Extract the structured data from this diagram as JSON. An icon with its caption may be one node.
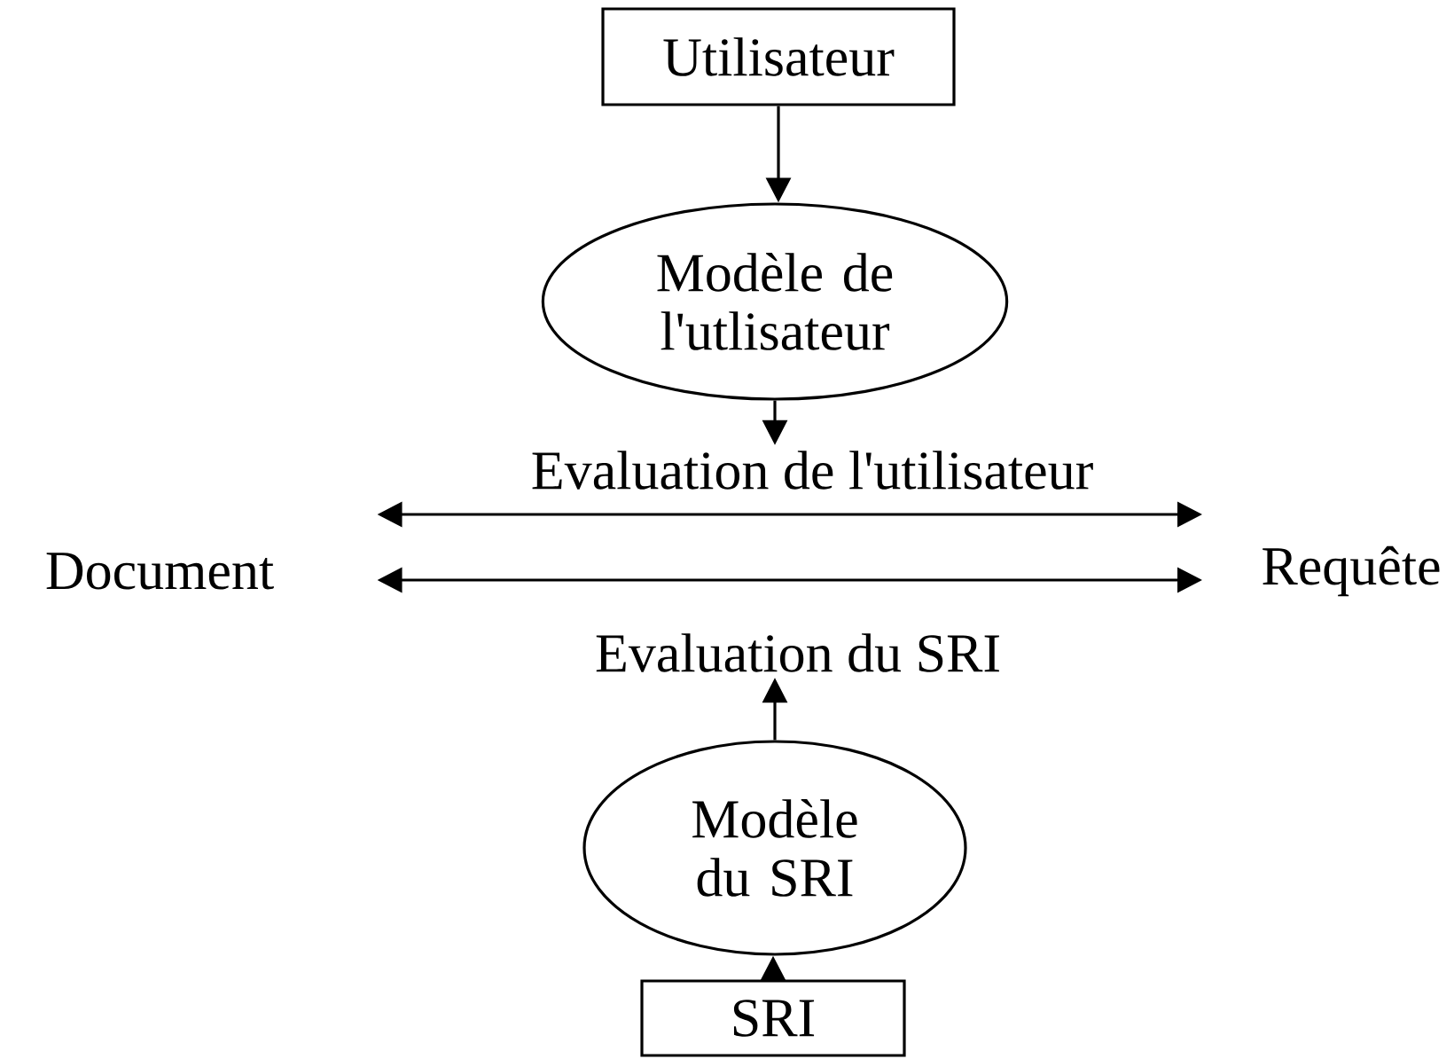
{
  "diagram": {
    "nodes": [
      {
        "text": [
          "Utilisateur"
        ]
      },
      {
        "text": [
          "Modèle de l'utlisateur"
        ]
      },
      {
        "text": [
          "Evaluation de l'utilisateur"
        ]
      },
      {
        "text": [
          "Document"
        ]
      },
      {
        "text": [
          "Requête"
        ]
      },
      {
        "text": [
          "Evaluation du SRI"
        ]
      },
      {
        "text": [
          "Modèle du SRI"
        ]
      },
      {
        "text": [
          "SRI"
        ]
      }
    ],
    "edges": [
      {
        "from": 0,
        "to": 1,
        "arrow": "to"
      },
      {
        "from": 1,
        "to": 2,
        "arrow": "to"
      },
      {
        "from": 3,
        "to": 4,
        "arrow": "both"
      },
      {
        "from": 3,
        "to": 4,
        "arrow": "both"
      },
      {
        "from": 6,
        "to": 5,
        "arrow": "to"
      },
      {
        "from": 7,
        "to": 6,
        "arrow": "to"
      }
    ]
  }
}
